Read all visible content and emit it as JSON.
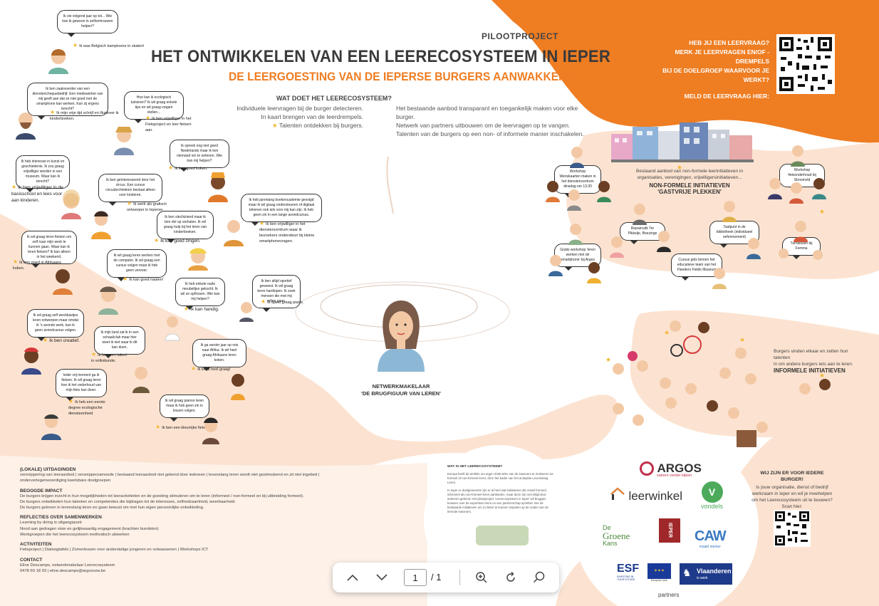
{
  "header": {
    "kicker": "PILOOTPROJECT",
    "title": "HET ONTWIKKELEN VAN EEN LEERECOSYSTEEM IN IEPER",
    "subtitle": "DE LEERGOESTING VAN DE IEPERSE BURGERS AANWAKKEREN!"
  },
  "cta": {
    "line1": "HEB JIJ EEN LEERVRAAG?",
    "line2": "MERK JE LEERVRAGEN EN/OF -DREMPELS",
    "line3": "BIJ DE DOELGROEP WAARVOOR JE WERKT?",
    "line4": "MELD DE LEERVRAAG HIER:"
  },
  "wat_doet": {
    "heading": "WAT DOET HET LEERECOSYSTEEM?",
    "l1": "Individuele leervragen bij de burger detecteren.",
    "l2": "In kaart brengen van de leerdrempels.",
    "l3": "Talenten ontdekken bij burgers.",
    "r1": "Het bestaande aanbod transparant en toegankelijk maken voor elke burger.",
    "r2": "Netwerk van partners uitbouwen om de leervragen op te vangen.",
    "r3": "Talenten van de burgers op een non- of informele manier inschakelen."
  },
  "non_formeel": {
    "intro1": "Bestaand aanbod van non-formele leerinitiatieven in",
    "intro2": "organisaties, verenigingen, vrijwilligersinitiatieven...",
    "h1": "NON-FORMELE INITIATIEVEN",
    "h2": "'GASTVRIJE PLEKKEN'",
    "b1": "Workshop Wenskaarten maken in het dienstencentrum dinsdag om 13:30",
    "b2": "Workshop fietsonderhoud bij Stroomvld",
    "b3": "Repaircafé Ter Pikkelje, Boezinge",
    "b4": "Taalpunt in de bibliotheek (individueel oefenmoment)",
    "b5": "Gratis workshop 'leren werken met de smartphone' bij Argos",
    "b6": "Cursus gids binnen het educatieve team van het Flanders Fields Museum",
    "b7": "Turnlessen bij Femma"
  },
  "informeel": {
    "t1": "Burgers vinden elkaar en zetten hun talenten",
    "t2": "in om andere burgers iets aan te leren.",
    "h": "INFORMELE INITIATIEVEN"
  },
  "makelaar": {
    "l1": "NETWERKMAKELAAR",
    "l2": "'DE BRUGFIGUUR VAN LEREN'"
  },
  "bubbles": {
    "q1": "Ik zie volgend jaar op tot... Wie kan ik gewoon in zelfvertrouwen helpen?",
    "s1": "Ik was Belgisch kampioene in skaten!",
    "q2": "Ik ben zaakvoerder van een dienstencheque­bedrijf. Een medewerker van mij geeft aan dat ze niet goed met de smartphone kan werken. Kan zij ergens terecht?",
    "s2": "Ik mijn vrije tijd schrijf en illustreer ik kinderboeken.",
    "q3": "Hoe kan ik ecologisch tuinieren? Ik wil graag enkele tips en wil graag vragen stellen...",
    "s3": "Ik ben vrijwilliger in het Fietsproject en leer fietsen aan.",
    "q4": "Ik spreek nog niet goed Nederlands maar ik ken niemand om te oefenen. Wie kan mij helpen?",
    "s4": "Ik kan goed koken.",
    "q5": "Ik heb interesse in kunst en geschiedenis. Ik zou graag vrijwilliger worden in een museum. Waar kan ik terecht?",
    "s5": "Ik ben vrijwilliger in de basisschool en lees voor aan kinderen.",
    "q6": "Ik ben geïnteresseerd door het circus. Een cursus circustechnieken bestaat alleen voor kinderen.",
    "s6": "Ik werk als grafisch ontwerper in Ieperse.",
    "q7": "Ik heb jarenlang boekencademie gevolgd maar ik wil graag ondersteunen of digitaal tekenen ook iets voor mij kan zijn. Ik heb geen zin in een lange avondcursus.",
    "s7": "Ik ben vrijwilliger in het dienstencentrum waar ik bezoekers ondersteun bij kleine smartphone­vragen.",
    "q8": "Ik ben slechtziend maar ik ben dol op verhalen. Ik wil graag hulp bij het leren van kinderboeken.",
    "s8": "Ik kan goed zingen.",
    "q9": "Ik wil graag leren fietsen om zelf naar mijn werk te kunnen gaan. Waar kan ik leren fietsen? Ik kan alleen in het weekend.",
    "s9": "Ik ben goed in Afrikaans koken.",
    "q10": "Ik wil graag leren werken met de computer. Ik wil graag een cursus volgen maar ik heb geen vervoer.",
    "s10": "Ik kan goed naaien!",
    "q11": "Ik heb enkele oude meubeltjes gekocht. Ik wil ze opfrissen. Wie kan mij helpen?",
    "s11": "Ik kan handig.",
    "q12": "Ik ben altijd sportief geweest. Ik wil graag leren hardlopen. Ik zoek mensen die met mij willen gaan.",
    "s12": "Ik speel graag piano.",
    "q13": "Ik wil graag zelf weckkastjes leren ontwerpen maar omdat ik 's avonds werk, kan ik geen avondcursus volgen.",
    "s13": "Ik ben creatief.",
    "q14": "Ik mijn land zat ik in een schaakclub maar hier weet ik niet waar ik dit kan doen.",
    "s14": "Ik ben een talent in volkskunde.",
    "q15": "Ik ga eerder jaar op reis naar Afrika. Ik wil heel graag Afrikaans leren koken.",
    "s15": "Ik kook heel graag!",
    "q16": "Ieder vrij moment ga ik fietsen. Ik wil graag leren hoe ik het onderhoud van mijn fiets kan doen.",
    "s16": "Ik heb een eerste degree ecologische diensteenheid",
    "q17": "Ik wil graag pianoo leren maar ik heb geen zin in lessen volgen.",
    "s17": "Ik ben een kleurrijke fietsrijder."
  },
  "left_text": {
    "h1": "(LOKALE) UITDAGINGEN",
    "t1a": "versnippering van leeraanbod | versnipperzamoede | bestaand leeraanbod niet gekend door iedereen | levenslang leren wordt niet gestimuleerd en zit niet ingebed |",
    "t1b": "ondervertegenwoordiging kwetsbare doelgroepen",
    "h2": "BEOOGDE IMPACT",
    "t2a": "De burgers krijgen inzicht in hun mogelijkheden tot leeractiviteiten en de goesting stimuleren om te leren (informeel / non-formeel en bij uitbreiding formeel).",
    "t2b": "De burgers ontwikkelen hun talenten en competenties die bijdragen tot de interesses, zelfredzaamheid, weerbaarheid.",
    "t2c": "De burgers geloven in levenslang leren en gaan bewust om met hun eigen persoonlijke ontwikkeling.",
    "h3": "REFLECTIES OVER SAMENWERKEN",
    "t3a": "Learning by doing is uitgangspunt",
    "t3b": "Nood aan gedragen visie en gelijkwaardig engagement (krachten bundelen)",
    "t3c": "Werkgroepen die het leerecosysteem methodisch uitwerken",
    "h4": "ACTIVITEITEN",
    "t4a": "Fietsproject | Dialoogtafels | Zomerlessen voor anderstalige jongeren en volwassenen | Workshops ICT",
    "h5": "CONTACT",
    "t5a": "Eline Descamps, netwerkmakelaar Leerecosysteem",
    "t5b": "0478 69 18 93 | eline.descamps@argosvzw.be"
  },
  "center_text": {
    "h": "WAT IS HET LEERECOSYSTEEM?",
    "p1": "Europa heeft de ambitie om tegen 2030 60% van de inwoners te motiveren tot formeel of non-formeel leren, dit in het kader van het actieplan Levenslang Leren.",
    "p2": "In Ieper er doelgemeente zijn er al heel wat initiatieven die zowel formeel, informeel als non-formeel leren aanbieden, maar deze zijn niet altijd door iedereen gekend. Het pilootproject 'Leerecosysteem in Ieper' wil bruggen bouwen over de expertises heen en een partnerschap opzetten met de bestaande initiatieven om zo beter te kunnen inspelen op de noden van de lerende inwoners."
  },
  "partners": {
    "argos": "ARGOS",
    "argos_tag": "samen verder kijken",
    "leerwinkel": "leerwinkel",
    "vondels": "vondels",
    "groene1": "De",
    "groene2": "Groene",
    "groene3": "Kans",
    "ieper": "IEPER",
    "caw": "CAW",
    "caw_tag": "maakt sterker",
    "esf": "ESF",
    "esf_tag": "INVESTING IN YOUR FUTURE",
    "eu": "Europese Unie",
    "vlaanderen": "Vlaanderen",
    "vlaanderen_tag": "is werk",
    "label": "partners"
  },
  "right_box": {
    "h": "WIJ ZIJN ER VOOR IEDERE BURGER!",
    "t1": "Is jouw organisatie, dienst of bedrijf",
    "t2": "werkzaam in Ieper en wil je meehelpen",
    "t3": "om het Leerecosysteem uit te bouwen?",
    "t4": "Scan hier:"
  },
  "toolbar": {
    "page_value": "1",
    "page_total": "/ 1"
  },
  "colors": {
    "orange": "#ef7d22",
    "peach": "#fde4d3",
    "light_peach": "#fbeee4"
  },
  "icons": [
    "chevron-up-icon",
    "chevron-down-icon",
    "zoom-in-icon",
    "rotate-icon",
    "search-icon",
    "star-icon",
    "qr-code-icon"
  ]
}
